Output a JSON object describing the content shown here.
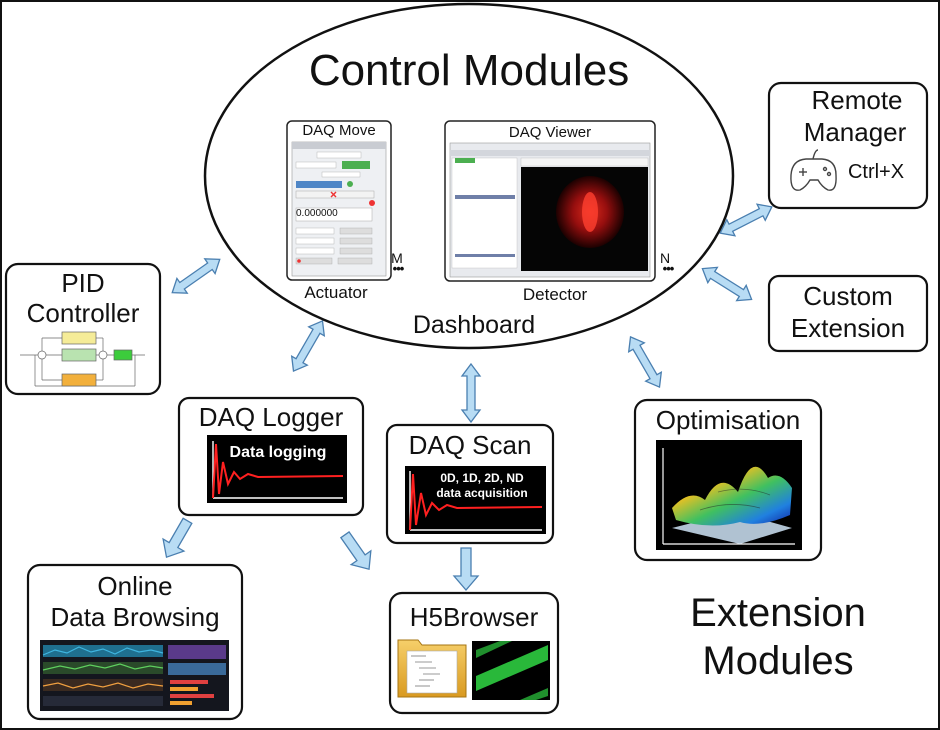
{
  "control": {
    "title": "Control Modules",
    "dashboard_label": "Dashboard",
    "daq_move": {
      "title": "DAQ Move",
      "label": "Actuator",
      "count": "M",
      "position_value": "0.000000"
    },
    "daq_viewer": {
      "title": "DAQ Viewer",
      "label": "Detector",
      "count": "N"
    }
  },
  "modules": {
    "remote_manager": {
      "line1": "Remote",
      "line2": "Manager",
      "shortcut": "Ctrl+X"
    },
    "custom_extension": {
      "line1": "Custom",
      "line2": "Extension"
    },
    "pid": {
      "line1": "PID",
      "line2": "Controller"
    },
    "daq_logger": {
      "title": "DAQ Logger",
      "caption": "Data logging"
    },
    "daq_scan": {
      "title": "DAQ Scan",
      "caption_line1": "0D, 1D, 2D, ND",
      "caption_line2": "data acquisition"
    },
    "optimisation": {
      "title": "Optimisation"
    },
    "online_browsing": {
      "line1": "Online",
      "line2": "Data Browsing"
    },
    "h5browser": {
      "title": "H5Browser"
    }
  },
  "extension": {
    "line1": "Extension",
    "line2": "Modules"
  },
  "colors": {
    "arrow_fill": "#b8dcf4",
    "arrow_stroke": "#4a7fb0",
    "box_stroke": "#111111",
    "signal_red": "#e02020"
  },
  "icons": [
    "gamepad-icon",
    "folder-icon",
    "surface-plot",
    "damped-oscillation-plot"
  ]
}
